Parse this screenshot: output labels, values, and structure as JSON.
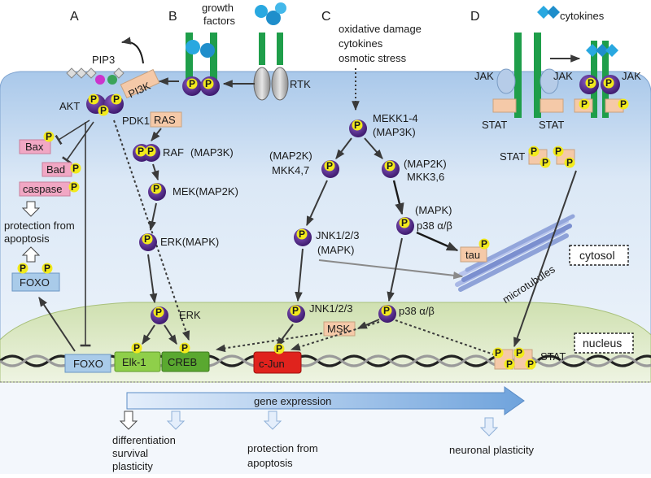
{
  "panels": {
    "a": "A",
    "b": "B",
    "c": "C",
    "d": "D"
  },
  "top": {
    "growth_factors_1": "growth",
    "growth_factors_2": "factors",
    "stress_1": "oxidative damage",
    "stress_2": "cytokines",
    "stress_3": "osmotic stress",
    "cytokines": "cytokines"
  },
  "path_a": {
    "pip3": "PIP3",
    "pi3k": "PI3K",
    "akt": "AKT",
    "pdk1": "PDK1",
    "bax": "Bax",
    "bad": "Bad",
    "caspase": "caspase",
    "protection_1": "protection from",
    "protection_2": "apoptosis",
    "foxo": "FOXO"
  },
  "path_b": {
    "rtk": "RTK",
    "ras": "RAS",
    "raf": "RAF",
    "raf_type": "(MAP3K)",
    "mek": "MEK(MAP2K)",
    "erk": "ERK(MAPK)",
    "erk_nuc": "ERK"
  },
  "path_c": {
    "mekk_1": "MEKK1-4",
    "mekk_2": "(MAP3K)",
    "mkk47_1": "(MAP2K)",
    "mkk47_2": "MKK4,7",
    "mkk36_1": "(MAP2K)",
    "mkk36_2": "MKK3,6",
    "p38_1": "(MAPK)",
    "p38_2": "p38 α/β",
    "jnk_1": "JNK1/2/3",
    "jnk_2": "(MAPK)",
    "tau": "tau",
    "microtubules": "microtubules",
    "jnk_nuc": "JNK1/2/3",
    "p38_nuc": "p38 α/β",
    "msk": "MSK"
  },
  "path_d": {
    "jak": "JAK",
    "stat": "STAT"
  },
  "compartments": {
    "cytosol": "cytosol",
    "nucleus": "nucleus"
  },
  "dna": {
    "foxo": "FOXO",
    "elk1": "Elk-1",
    "creb": "CREB",
    "cjun": "c-Jun",
    "stat": "STAT"
  },
  "outcomes": {
    "gene_expression": "gene expression",
    "diff_1": "differentiation",
    "diff_2": "survival",
    "diff_3": "plasticity",
    "prot_1": "protection from",
    "prot_2": "apoptosis",
    "neuronal": "neuronal plasticity"
  },
  "phospho_label": "P",
  "colors": {
    "cell": "#cfe0f3",
    "nucleus": "#e3eed0",
    "kinase": "#5a2d91",
    "phospho": "#f2ea1c",
    "receptor": "#1f9e4a",
    "foxo_box": "#a9cbe9",
    "elk_box": "#8fcf4a",
    "creb_box": "#5aa830",
    "cjun_box": "#e0231d",
    "pink_box": "#f1a7c4",
    "peach_box": "#f5c9a8",
    "ligand": "#29a8e0"
  }
}
